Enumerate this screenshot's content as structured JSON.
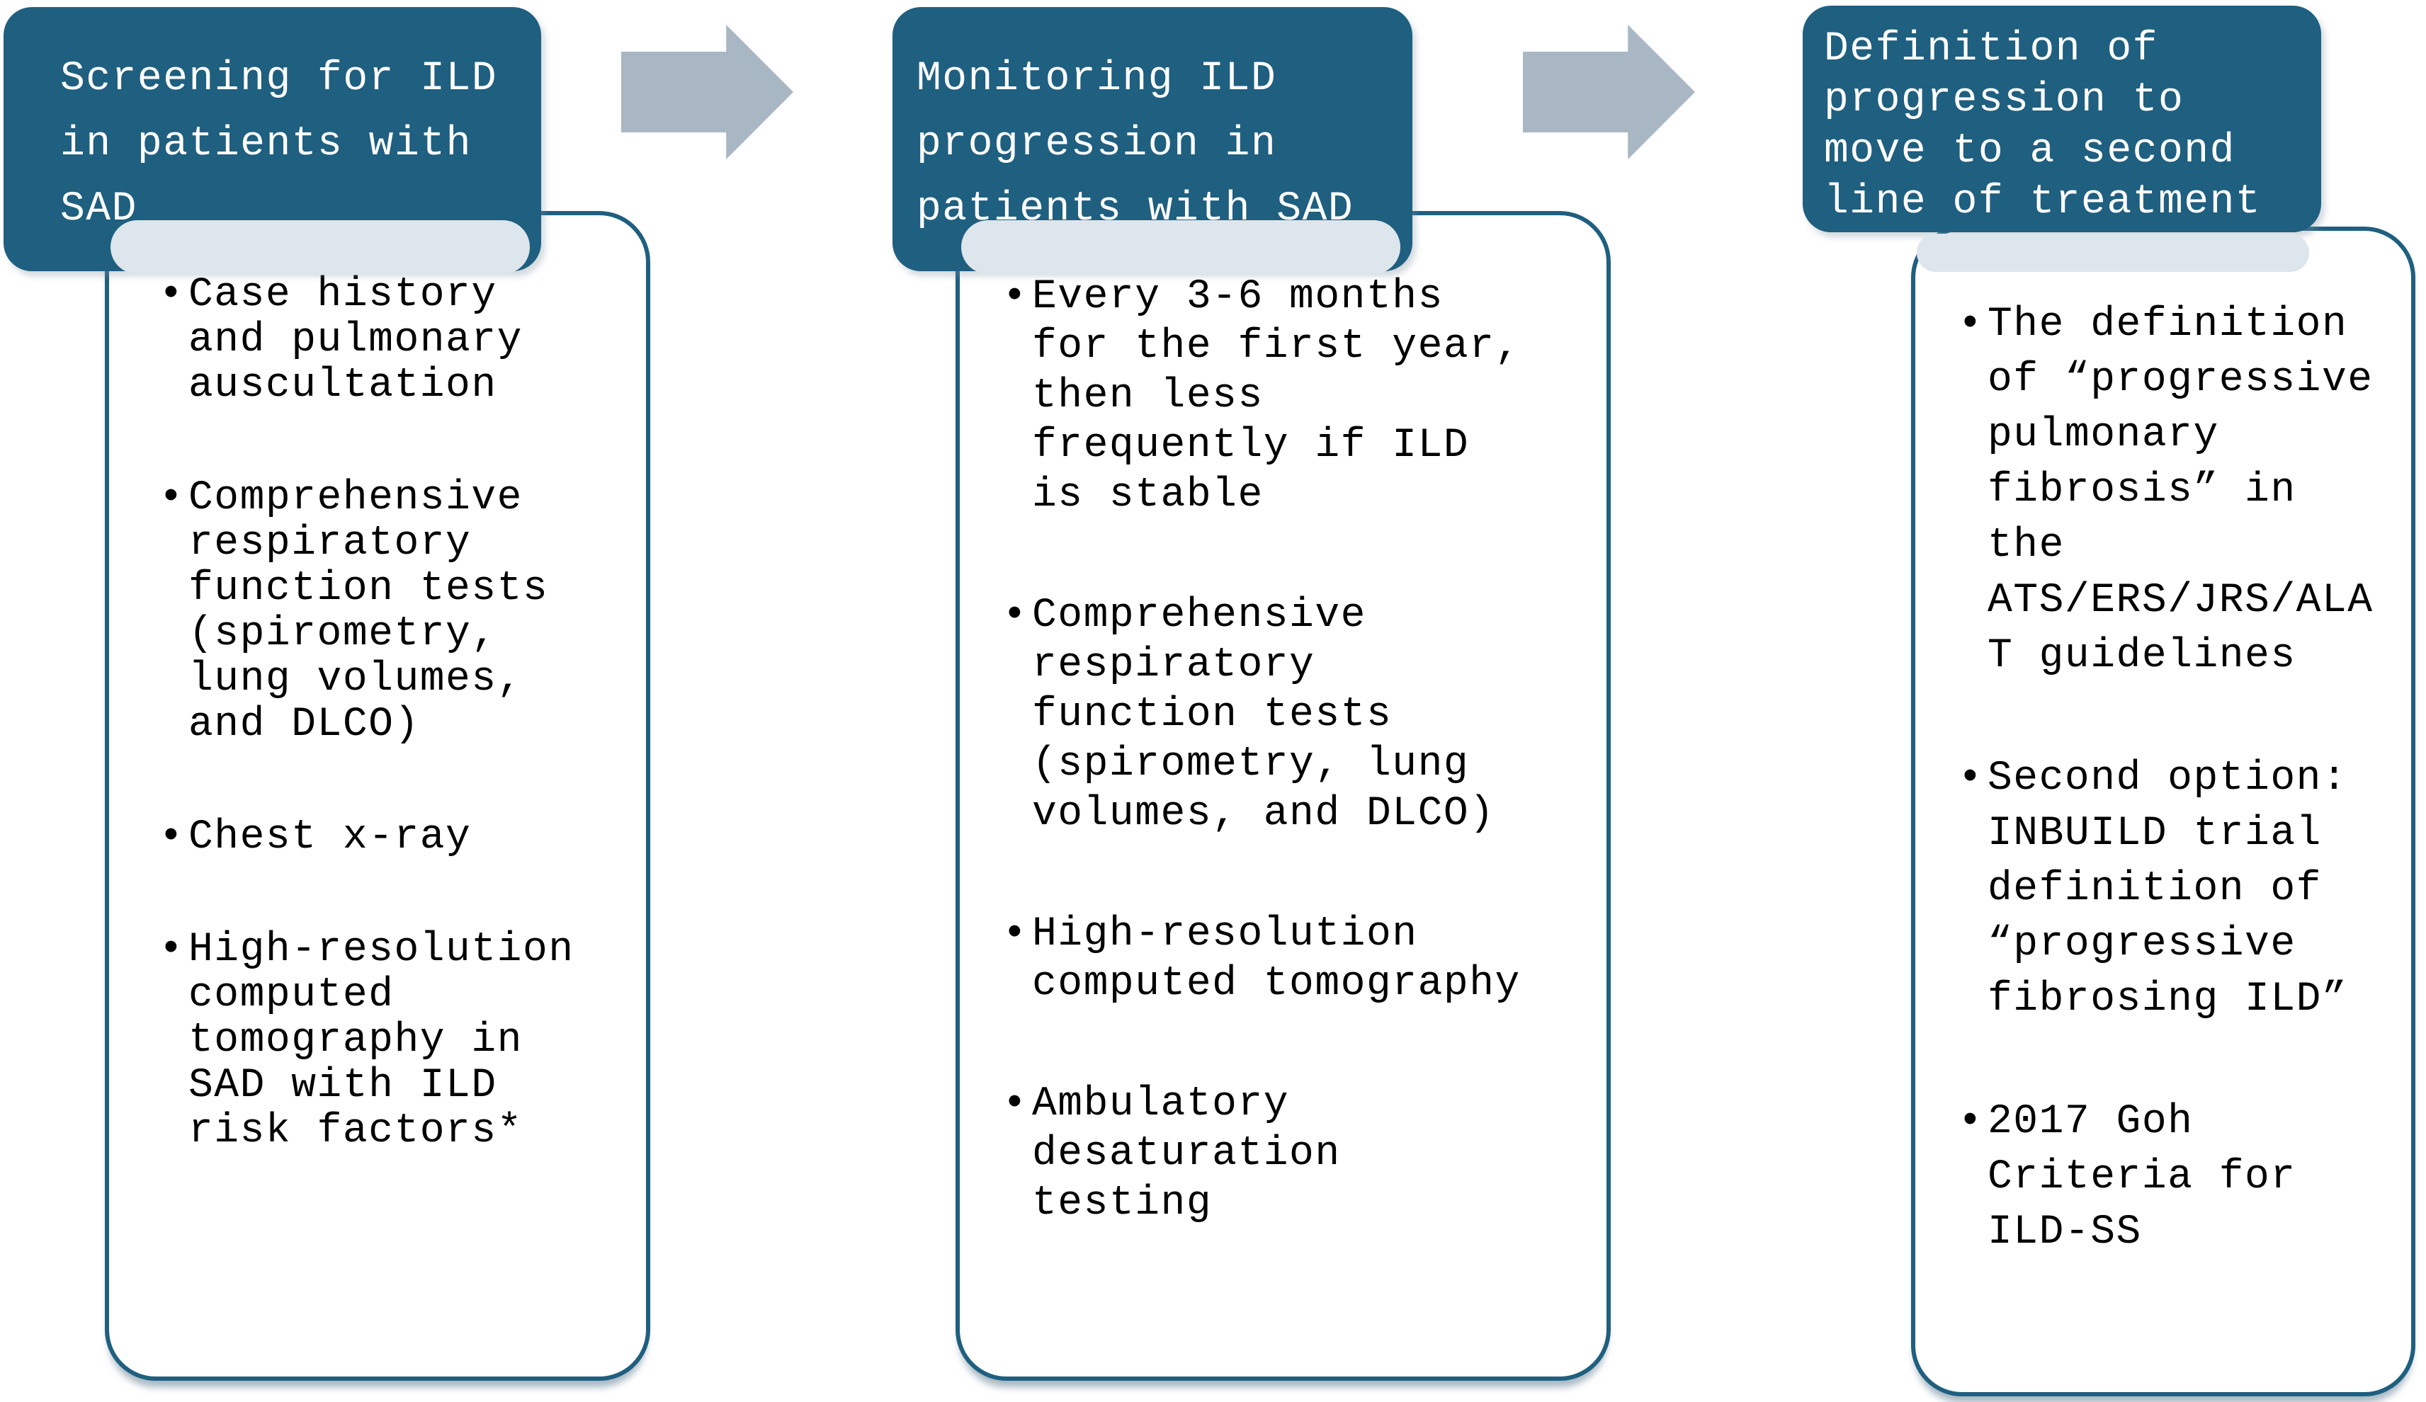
{
  "figure": {
    "bullet_char": "•",
    "icons": {
      "flow_arrow": "block-arrow-right"
    },
    "colors": {
      "header_background": "#1F5F7F",
      "card_border": "#1F5F7F",
      "card_background": "#FFFFFF",
      "card_top_accent": "#DDE6EC",
      "arrow_fill": "#A9B7C5",
      "header_text": "#FFFFFF",
      "body_text": "#000000"
    },
    "columns": [
      {
        "header": "Screening for ILD\nin patients with\nSAD",
        "bullets": [
          "Case history\nand pulmonary\nauscultation",
          "Comprehensive\nrespiratory\nfunction tests\n(spirometry,\nlung volumes,\nand DLCO)",
          "Chest x-ray",
          "High-resolution\ncomputed\ntomography in\nSAD with ILD\nrisk factors*"
        ]
      },
      {
        "header": "Monitoring ILD\nprogression in\npatients with SAD",
        "bullets": [
          "Every 3-6 months\nfor the first year,\nthen less\nfrequently if ILD\nis stable",
          "Comprehensive\nrespiratory\nfunction tests\n(spirometry, lung\nvolumes, and DLCO)",
          "High-resolution\ncomputed tomography",
          "Ambulatory\ndesaturation\ntesting"
        ]
      },
      {
        "header": "Definition of\nprogression to\nmove to a second\nline of treatment",
        "bullets": [
          "The definition\nof “progressive\npulmonary\nfibrosis” in\nthe\nATS/ERS/JRS/ALA\nT guidelines",
          "Second option:\nINBUILD trial\ndefinition of\n“progressive\nfibrosing ILD”",
          "2017 Goh\nCriteria for\nILD-SS"
        ]
      }
    ]
  }
}
